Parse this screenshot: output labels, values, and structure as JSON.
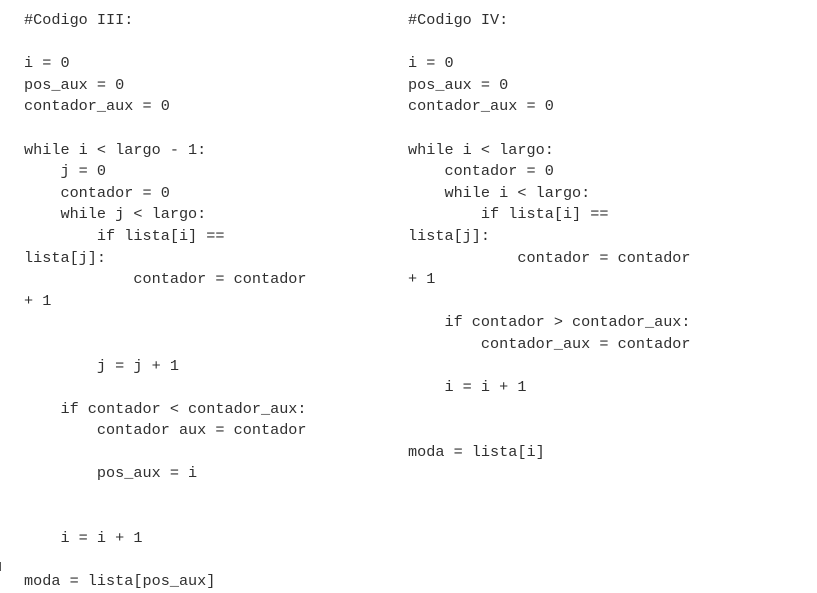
{
  "left_code": {
    "lines": [
      "#Codigo III:",
      "",
      "i = 0",
      "pos_aux = 0",
      "contador_aux = 0",
      "",
      "while i < largo - 1:",
      "    j = 0",
      "    contador = 0",
      "    while j < largo:",
      "        if lista[i] ==",
      "lista[j]:",
      "            contador = contador",
      "+ 1",
      "",
      "",
      "        j = j + 1",
      "",
      "    if contador < contador_aux:",
      "        contador aux = contador",
      "",
      "        pos_aux = i",
      "",
      "",
      "    i = i + 1",
      "",
      "moda = lista[pos_aux]"
    ]
  },
  "right_code": {
    "lines": [
      "#Codigo IV:",
      "",
      "i = 0",
      "pos_aux = 0",
      "contador_aux = 0",
      "",
      "while i < largo:",
      "    contador = 0",
      "    while i < largo:",
      "        if lista[i] ==",
      "lista[j]:",
      "            contador = contador",
      "+ 1",
      "",
      "    if contador > contador_aux:",
      "        contador_aux = contador",
      "",
      "    i = i + 1",
      "",
      "",
      "moda = lista[i]"
    ]
  }
}
